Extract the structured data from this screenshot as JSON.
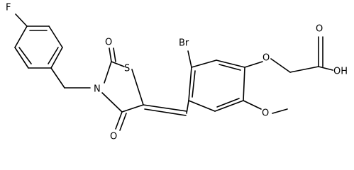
{
  "molecule": {
    "atoms": {
      "fluorine": "F",
      "bromine": "Br",
      "sulfur": "S",
      "nitrogen": "N",
      "ring_oxygen_top": "O",
      "ring_oxygen_bottom": "O",
      "ether_oxygen": "O",
      "methoxy_oxygen": "O",
      "carbonyl_oxygen": "O",
      "hydroxyl": "OH"
    }
  }
}
